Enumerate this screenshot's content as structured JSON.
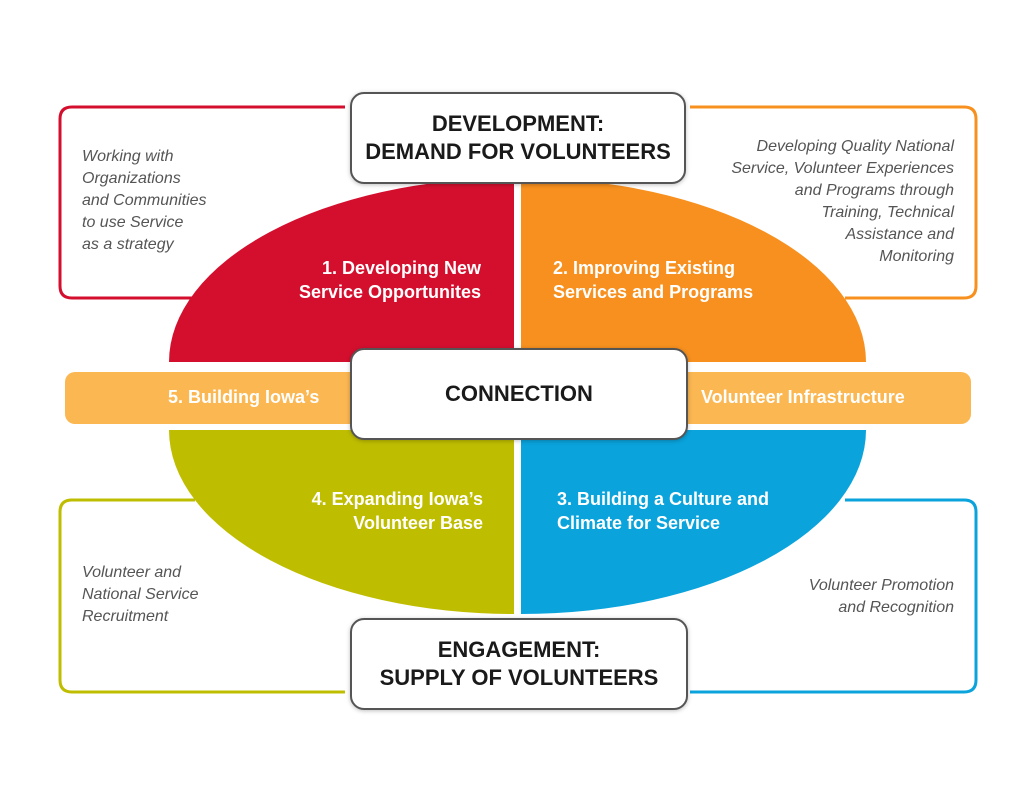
{
  "colors": {
    "red": "#d40f2e",
    "orange": "#f7901e",
    "yellow_green": "#bfbd00",
    "blue": "#0aa3dc",
    "band": "#fbb752"
  },
  "top_box": {
    "line1": "DEVELOPMENT:",
    "line2": "DEMAND FOR VOLUNTEERS"
  },
  "bottom_box": {
    "line1": "ENGAGEMENT:",
    "line2": "SUPPLY OF VOLUNTEERS"
  },
  "center_box": {
    "label": "CONNECTION"
  },
  "band": {
    "left": "5. Building Iowa’s",
    "right": "Volunteer Infrastructure"
  },
  "quadrants": {
    "q1": {
      "line1": "1. Developing New",
      "line2": "Service Opportunites"
    },
    "q2": {
      "line1": "2. Improving Existing",
      "line2": "Services and Programs"
    },
    "q3": {
      "line1": "3. Building a Culture and",
      "line2": "Climate for Service"
    },
    "q4": {
      "line1": "4. Expanding Iowa’s",
      "line2": "Volunteer Base"
    }
  },
  "side_notes": {
    "top_left": [
      "Working with",
      "Organizations",
      "and Communities",
      "to use Service",
      "as a strategy"
    ],
    "top_right": [
      "Developing Quality National",
      "Service, Volunteer Experiences",
      "and Programs through",
      "Training, Technical",
      "Assistance and",
      "Monitoring"
    ],
    "bottom_left": [
      "Volunteer and",
      "National Service",
      "Recruitment"
    ],
    "bottom_right": [
      "Volunteer Promotion",
      "and Recognition"
    ]
  }
}
